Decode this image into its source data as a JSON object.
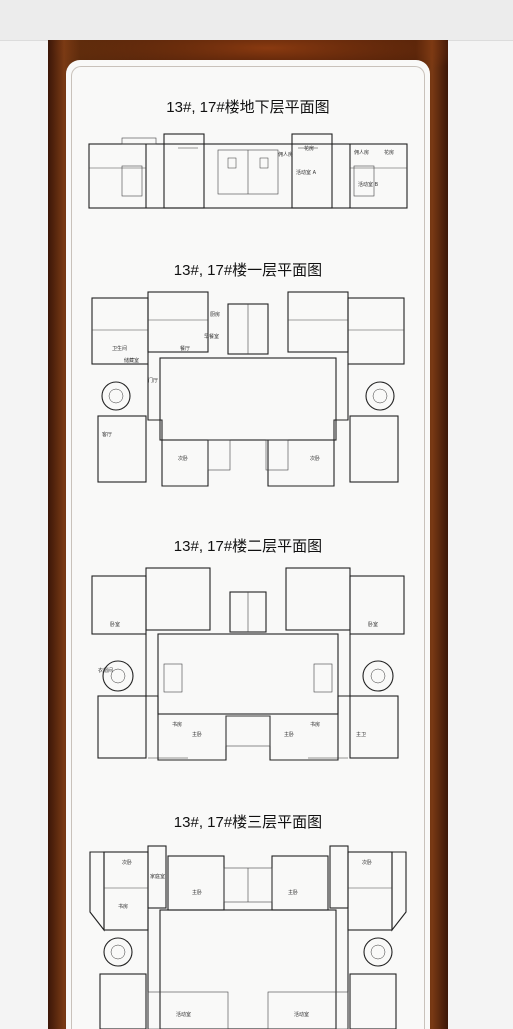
{
  "captions": {
    "basement": "13#, 17#楼地下层平面图",
    "floor1": "13#, 17#楼一层平面图",
    "floor2": "13#, 17#楼二层平面图",
    "floor3": "13#, 17#楼三层平面图"
  },
  "room_labels": {
    "basement": [
      "佣人房",
      "花房",
      "活动室 A",
      "佣人房",
      "花房",
      "活动室 B"
    ],
    "floor1": [
      "餐厅",
      "早餐室",
      "卫生间",
      "储藏室",
      "门厅",
      "客厅",
      "厨房",
      "次卧",
      "次卧"
    ],
    "floor2": [
      "卧室",
      "卧室",
      "主卧",
      "书房",
      "衣帽间",
      "主卫",
      "主卧",
      "书房"
    ],
    "floor3": [
      "次卧",
      "次卧",
      "主卧",
      "家庭室",
      "活动室",
      "书房",
      "主卧",
      "活动室"
    ]
  },
  "colors": {
    "frame": "#3b1608",
    "panel": "#f9f9f8",
    "line": "#222222"
  }
}
